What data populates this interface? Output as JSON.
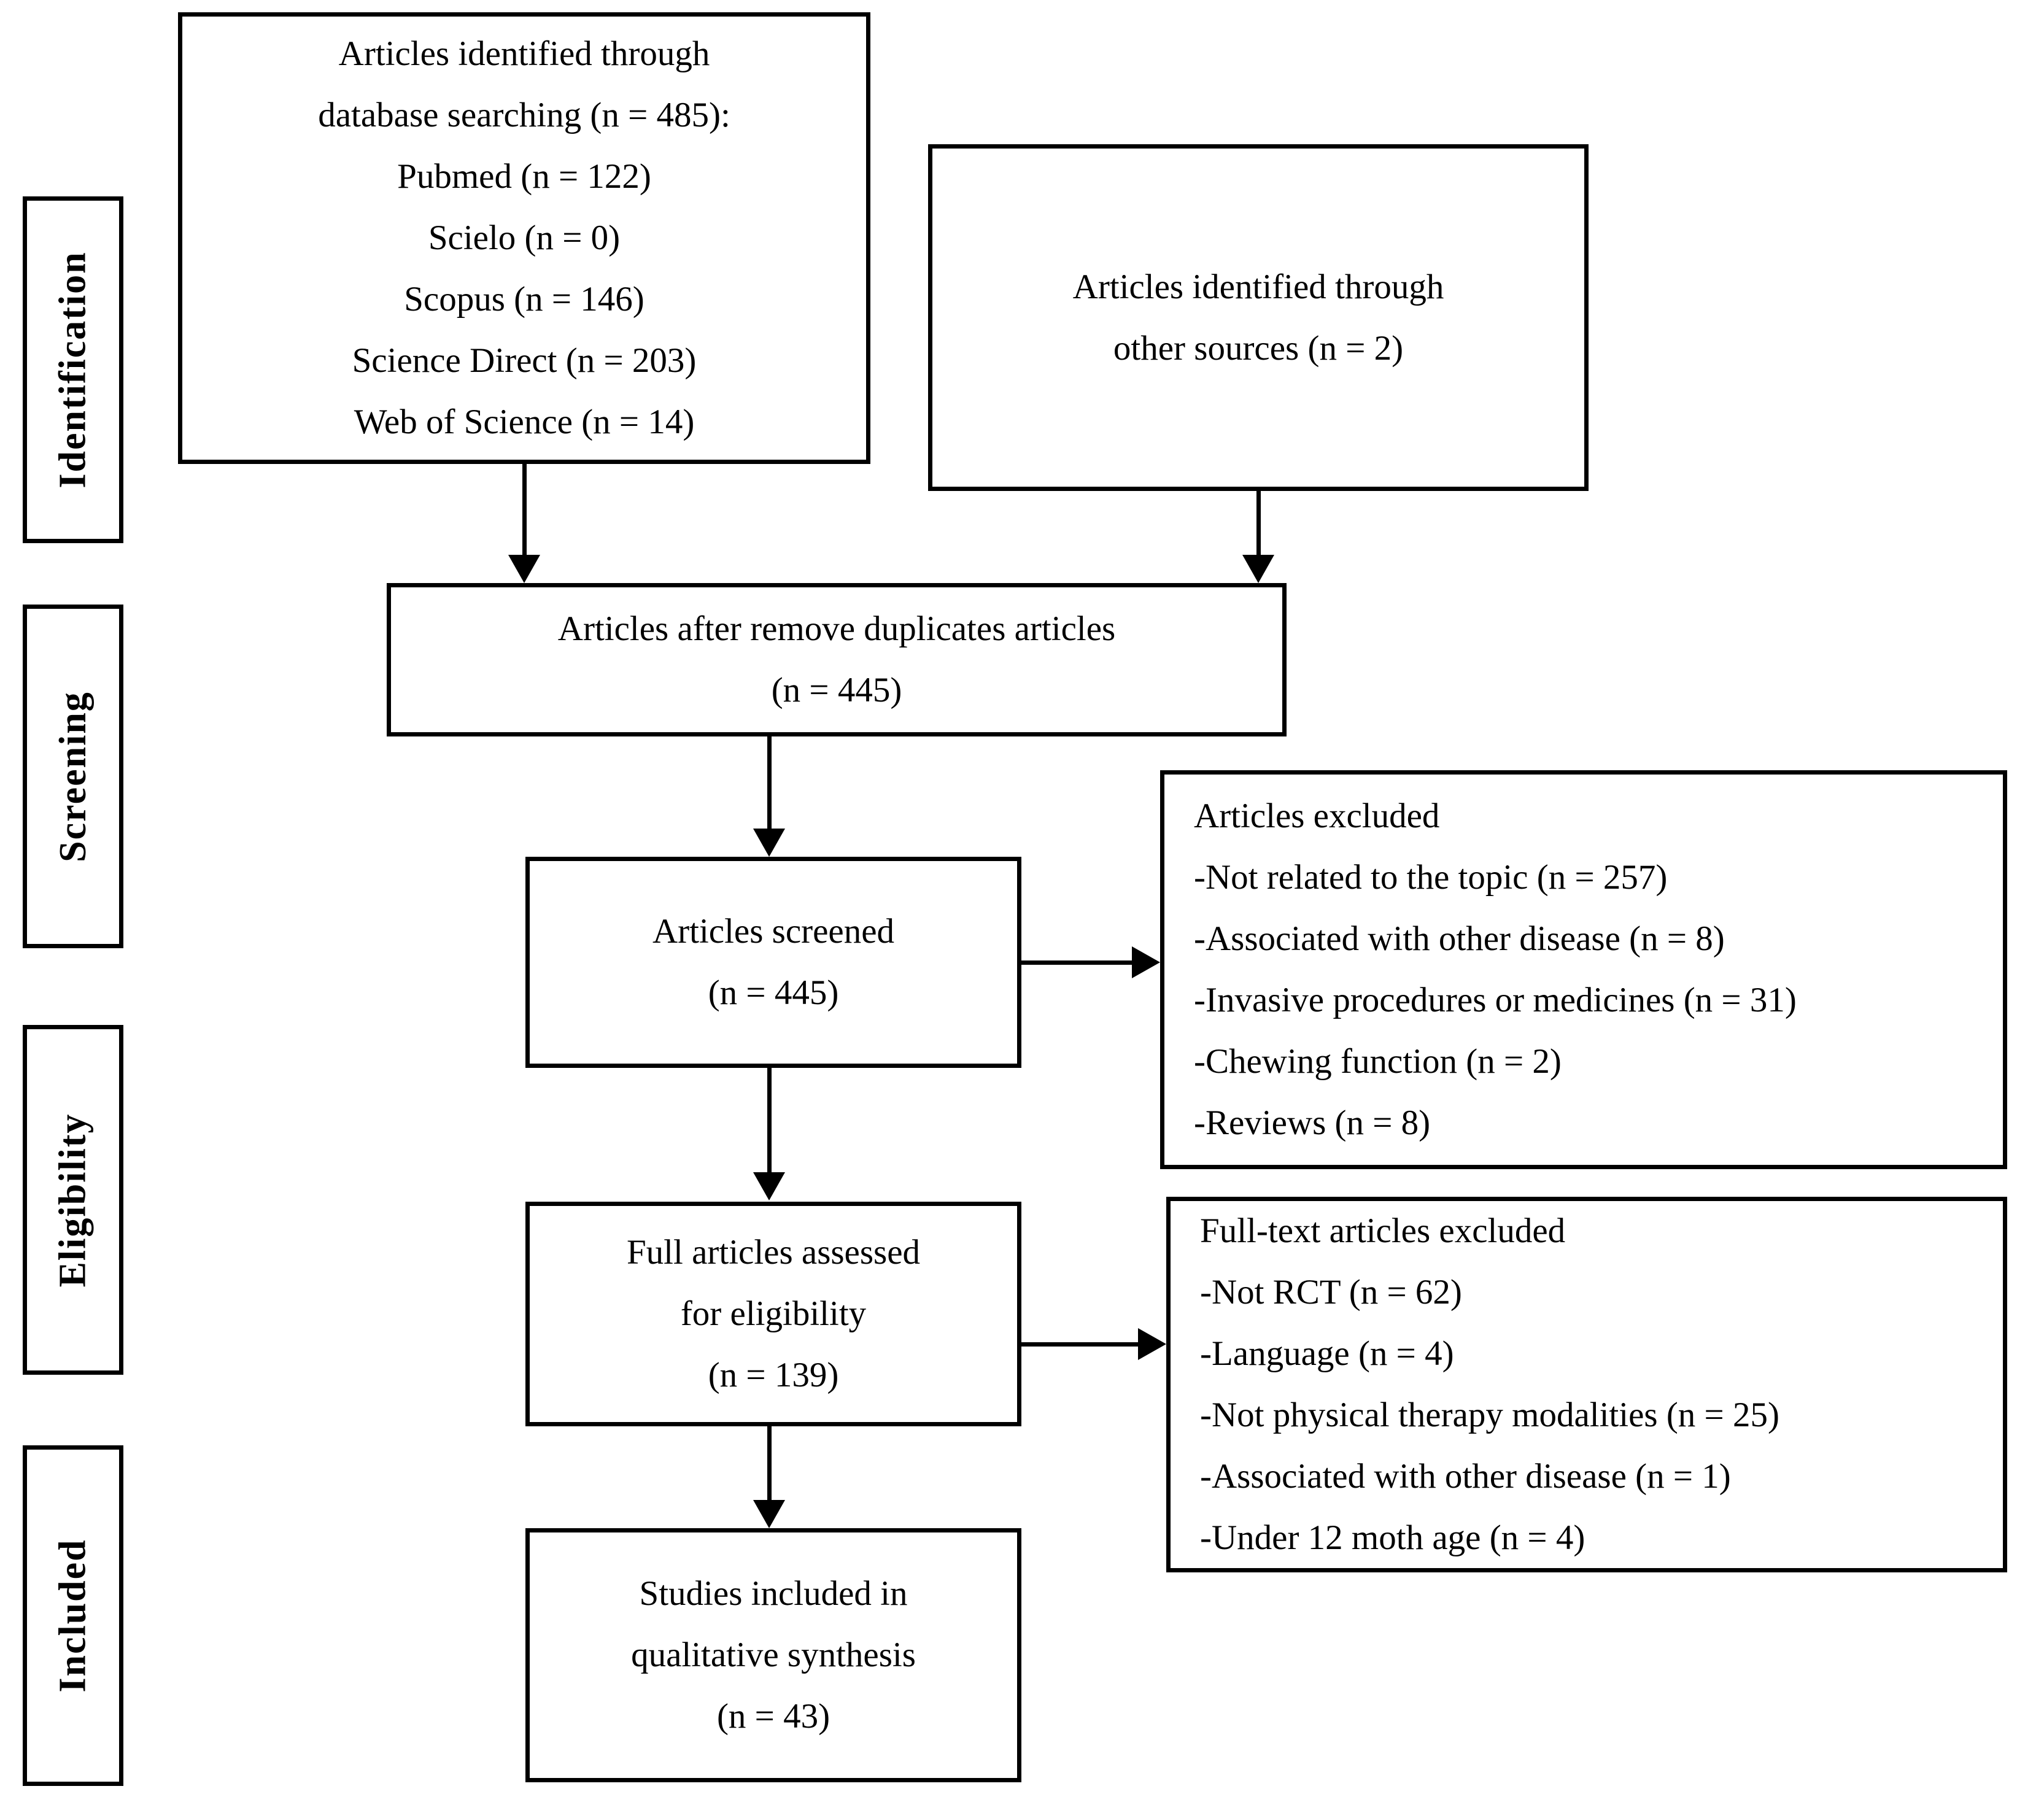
{
  "figure": {
    "stage_labels": [
      "Identification",
      "Screening",
      "Eligibility",
      "Included"
    ],
    "boxes": {
      "database": {
        "lines": [
          "Articles identified through",
          "database searching (n = 485):",
          "Pubmed (n = 122)",
          "Scielo (n = 0)",
          "Scopus (n = 146)",
          "Science Direct (n = 203)",
          "Web of Science (n = 14)"
        ]
      },
      "other_sources": {
        "lines": [
          "Articles identified through",
          "other sources (n = 2)"
        ]
      },
      "duplicates": {
        "lines": [
          "Articles after remove duplicates articles",
          "(n = 445)"
        ]
      },
      "screened": {
        "lines": [
          "Articles screened",
          "(n = 445)"
        ]
      },
      "excluded_screening": {
        "title": "Articles excluded",
        "items": [
          "-Not related to the topic (n = 257)",
          "-Associated with other disease (n = 8)",
          "-Invasive procedures or medicines (n = 31)",
          "-Chewing function (n = 2)",
          "-Reviews (n = 8)"
        ]
      },
      "assessed": {
        "lines": [
          "Full articles assessed",
          "for eligibility",
          "(n = 139)"
        ]
      },
      "excluded_fulltext": {
        "title": "Full-text articles excluded",
        "items": [
          "-Not RCT (n = 62)",
          "-Language (n = 4)",
          "-Not physical therapy modalities (n = 25)",
          "-Associated with other disease (n = 1)",
          "-Under 12 moth age (n = 4)"
        ]
      },
      "included": {
        "lines": [
          "Studies included in",
          "qualitative synthesis",
          "(n = 43)"
        ]
      }
    },
    "colors": {
      "border": "#000000",
      "background": "#ffffff",
      "text": "#000000"
    }
  }
}
